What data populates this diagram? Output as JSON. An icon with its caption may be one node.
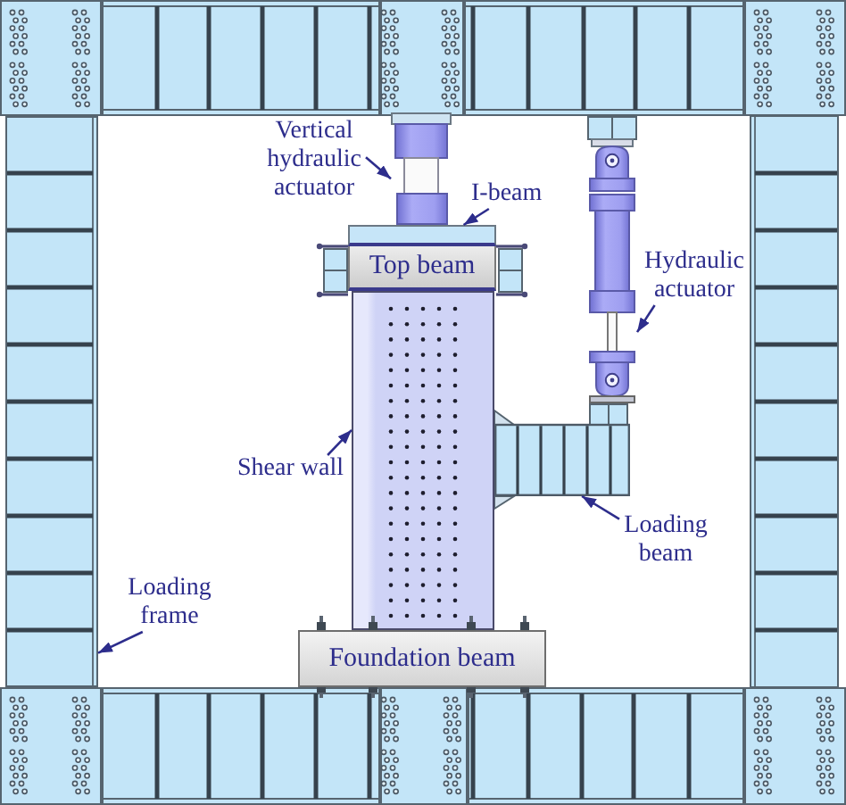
{
  "diagram": {
    "nodes": [
      {
        "text": [
          "Vertical hydraulic actuator"
        ]
      },
      {
        "text": [],
        "shape": "picture"
      },
      {
        "text": [
          "I-beam"
        ]
      },
      {
        "text": [],
        "shape": "box"
      },
      {
        "text": [
          "Top beam"
        ]
      },
      {
        "text": [
          "Hydraulic actuator"
        ]
      },
      {
        "text": [],
        "shape": "picture"
      },
      {
        "text": [
          "Shear wall"
        ]
      },
      {
        "text": [],
        "shape": "box"
      },
      {
        "text": [
          "Loading beam"
        ]
      },
      {
        "text": [],
        "shape": "box"
      },
      {
        "text": [
          "Loading frame"
        ]
      },
      {
        "text": [],
        "shape": "box"
      },
      {
        "text": [
          "Foundation beam"
        ]
      }
    ],
    "edges": [
      {
        "from": 0,
        "to": 1,
        "arrow": "to"
      },
      {
        "from": 2,
        "to": 3,
        "arrow": "to"
      },
      {
        "from": 5,
        "to": 6,
        "arrow": "to"
      },
      {
        "from": 7,
        "to": 8,
        "arrow": "to"
      },
      {
        "from": 9,
        "to": 10,
        "arrow": "to"
      },
      {
        "from": 11,
        "to": 12,
        "arrow": "to"
      }
    ]
  }
}
